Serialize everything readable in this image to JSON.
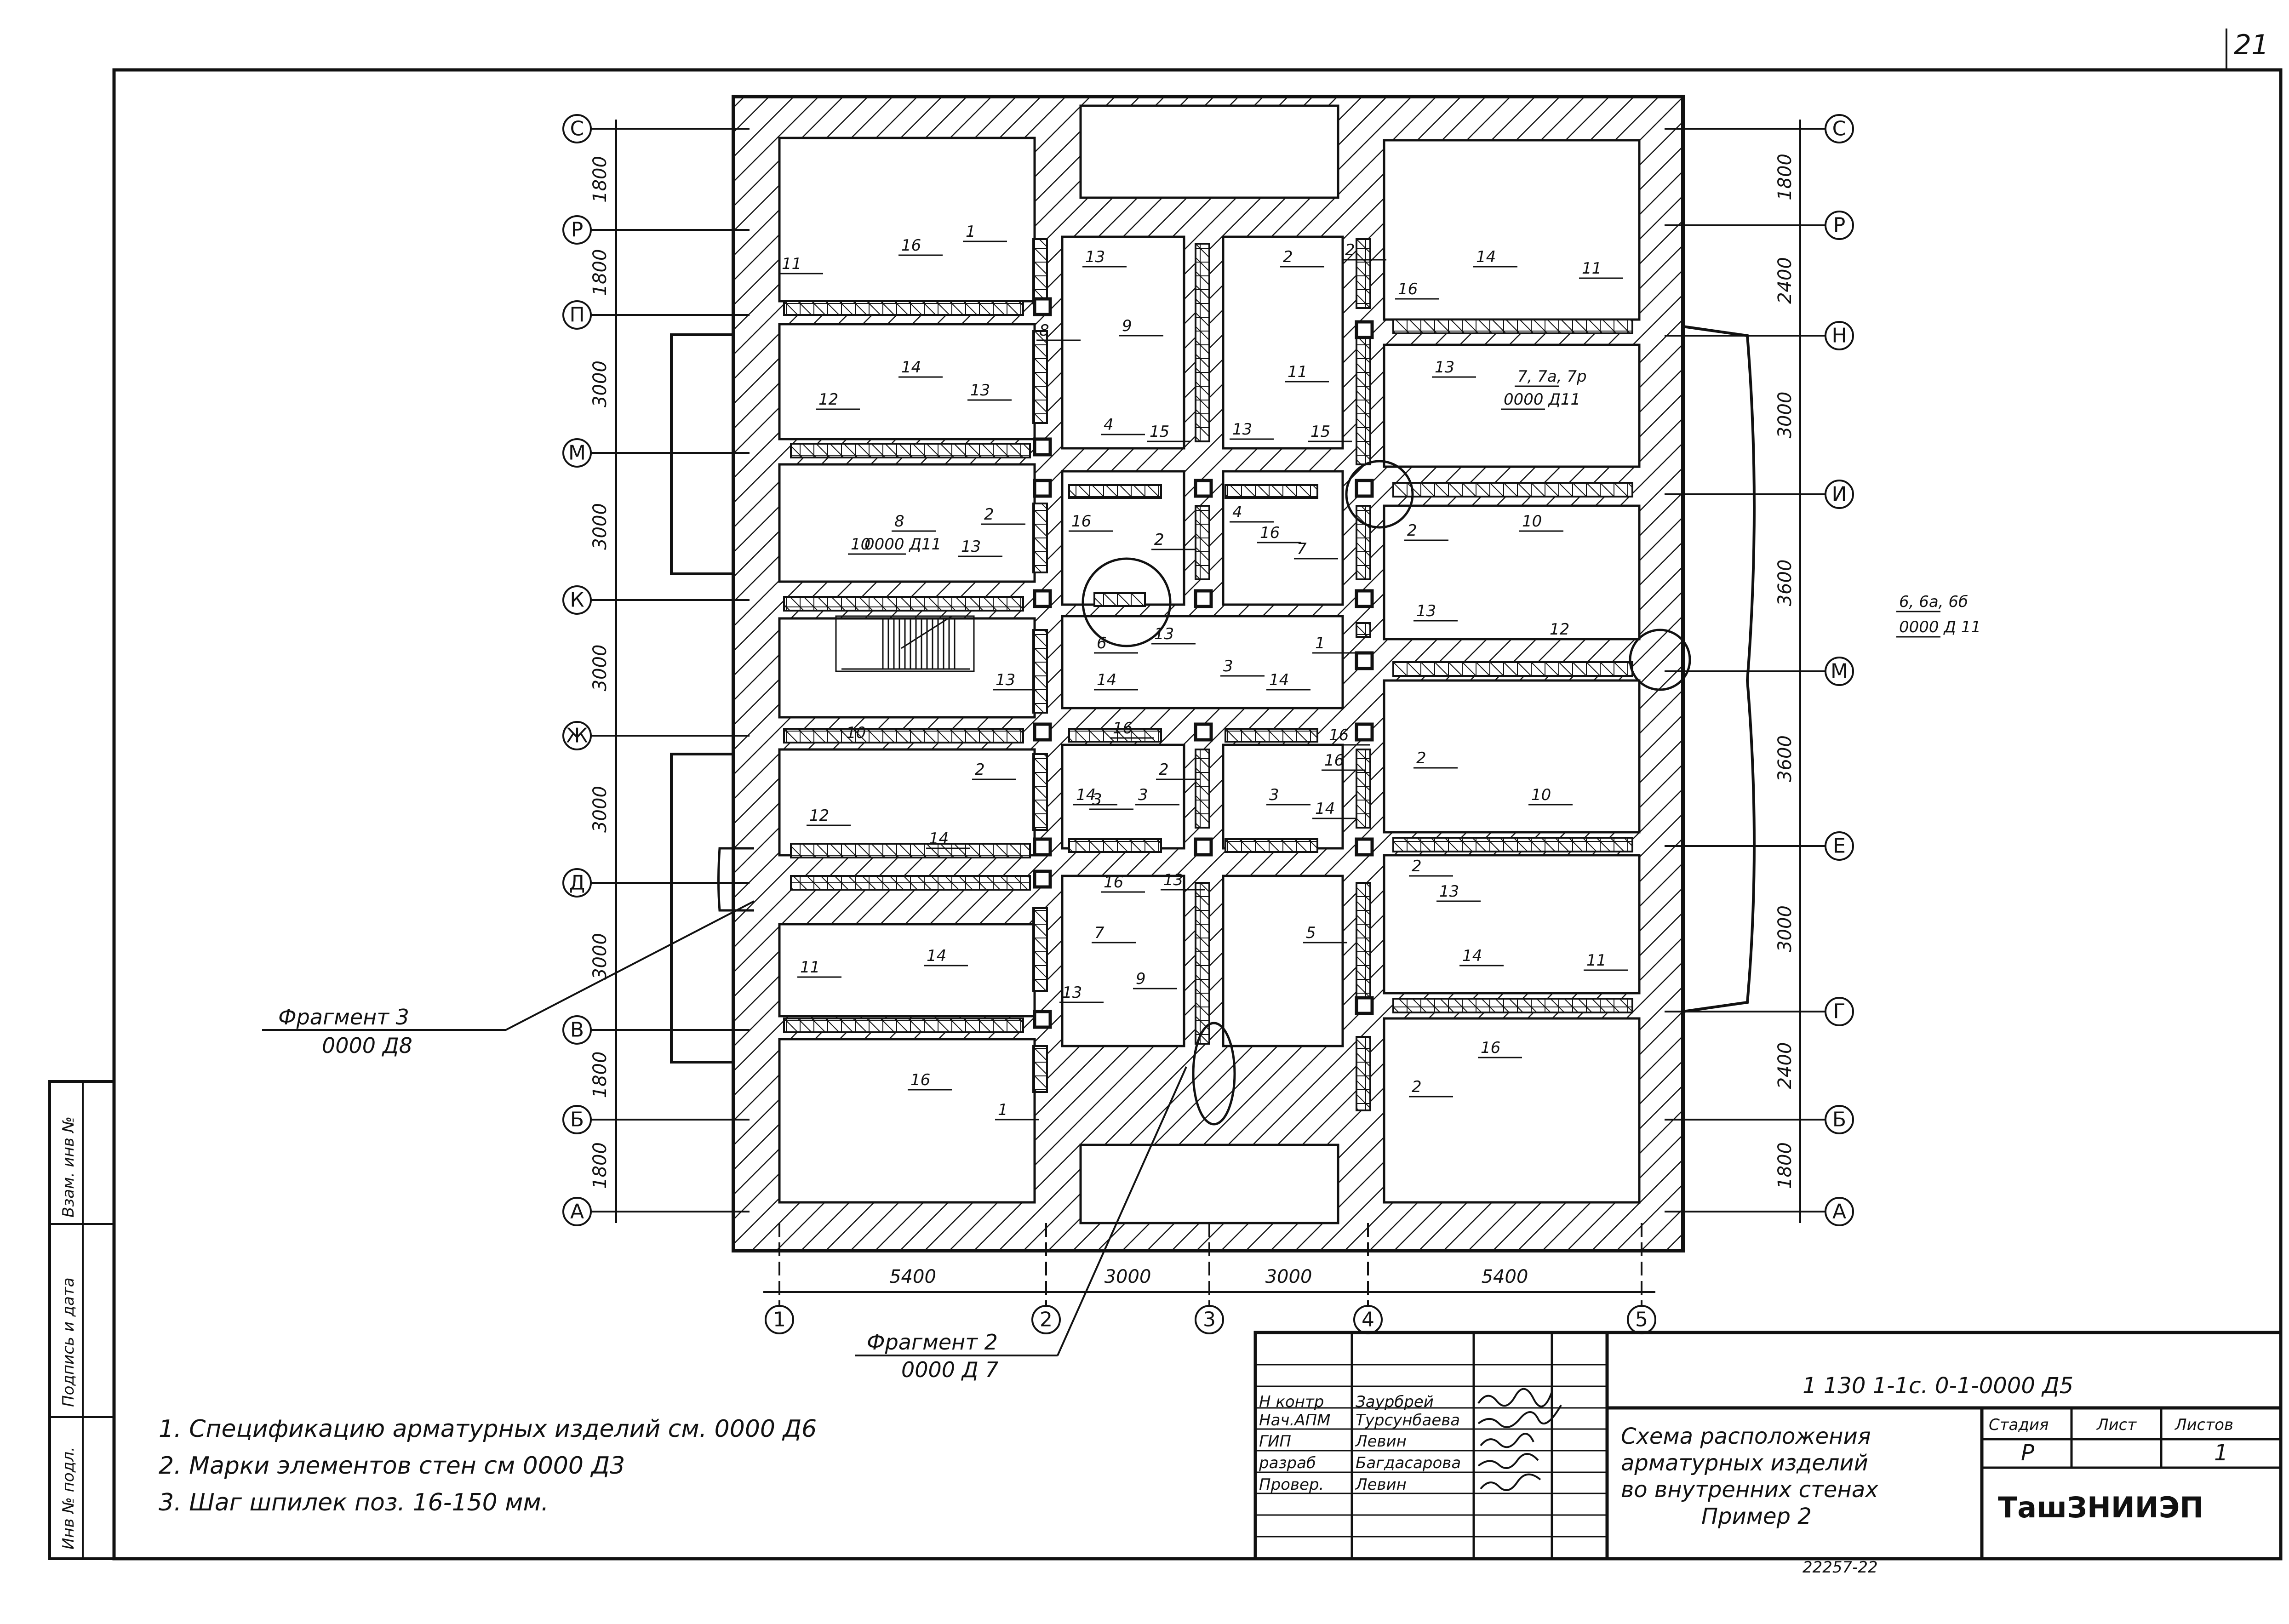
{
  "page_number": "21",
  "axes": {
    "left": [
      "С",
      "Р",
      "П",
      "М",
      "К",
      "Ж",
      "Д",
      "В",
      "Б",
      "А"
    ],
    "right": [
      "С",
      "Р",
      "Н",
      "И",
      "М",
      "Е",
      "Г",
      "Б",
      "А"
    ],
    "bottom": [
      "1",
      "2",
      "3",
      "4",
      "5"
    ]
  },
  "dimensions": {
    "left": [
      "1800",
      "1800",
      "3000",
      "3000",
      "3000",
      "3000",
      "3000",
      "1800",
      "1800"
    ],
    "right": [
      "1800",
      "2400",
      "3000",
      "3600",
      "3600",
      "3000",
      "2400",
      "1800"
    ],
    "bottom": [
      "5400",
      "3000",
      "3000",
      "5400"
    ]
  },
  "position_labels": [
    "1",
    "16",
    "13",
    "11",
    "14",
    "9",
    "2",
    "8",
    "12",
    "4",
    "15",
    "13",
    "2",
    "8",
    "0000 Д11",
    "16",
    "2",
    "10",
    "13",
    "2",
    "6",
    "14",
    "13",
    "3",
    "13",
    "14",
    "10",
    "2",
    "16",
    "2",
    "16",
    "3",
    "14",
    "12",
    "14",
    "3",
    "3",
    "13",
    "16",
    "7",
    "13",
    "9",
    "11",
    "14",
    "1",
    "16",
    "2",
    "16",
    "14",
    "11",
    "13",
    "7, 7а, 7р",
    "0000 Д11",
    "13",
    "15",
    "11",
    "4",
    "16",
    "10",
    "7",
    "2",
    "1",
    "13",
    "12",
    "2",
    "10",
    "16",
    "14",
    "2",
    "13",
    "5",
    "14",
    "16",
    "11",
    "2",
    "6, 6а, 6б",
    "0000 Д 11"
  ],
  "fragments": [
    {
      "title": "Фрагмент 3",
      "ref": "0000 Д8"
    },
    {
      "title": "Фрагмент 2",
      "ref": "0000 Д 7"
    }
  ],
  "notes": [
    "1. Спецификацию арматурных изделий см. 0000 Д6",
    "2. Марки элементов стен см 0000 Д3",
    "3. Шаг шпилек поз. 16-150 мм."
  ],
  "side_stamp": [
    "Инв № подл.",
    "Подпись и дата",
    "Взам. инв №"
  ],
  "title_block": {
    "document_code": "1 130 1-1с. 0-1-0000 Д5",
    "roles": [
      {
        "role": "Н контр",
        "name": "Заурбрей"
      },
      {
        "role": "Нач.АПМ",
        "name": "Турсунбаева"
      },
      {
        "role": "ГИП",
        "name": "Левин"
      },
      {
        "role": "разраб",
        "name": "Багдасарова"
      },
      {
        "role": "Провер.",
        "name": "Левин"
      }
    ],
    "title_lines": [
      "Схема расположения",
      "арматурных изделий",
      "во внутренних стенах",
      "Пример 2"
    ],
    "stage_header": "Стадия",
    "sheet_header": "Лист",
    "sheets_header": "Листов",
    "stage": "Р",
    "sheet": "",
    "sheets": "1",
    "organization": "ТашЗНИИЭП",
    "footer_number": "22257-22"
  }
}
